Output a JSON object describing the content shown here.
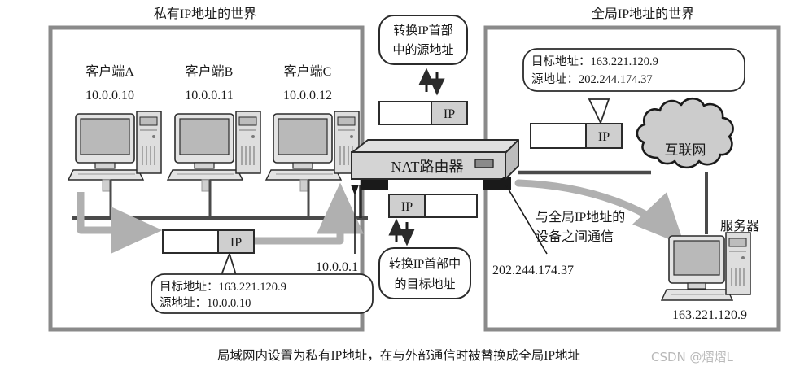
{
  "figure": {
    "left_panel_title": "私有IP地址的世界",
    "right_panel_title": "全局IP地址的世界",
    "caption": "局域网内设置为私有IP地址，在与外部通信时被替换成全局IP地址",
    "watermark": "CSDN @熠熠L"
  },
  "clients": [
    {
      "name": "客户端A",
      "ip": "10.0.0.10"
    },
    {
      "name": "客户端B",
      "ip": "10.0.0.11"
    },
    {
      "name": "客户端C",
      "ip": "10.0.0.12"
    }
  ],
  "router": {
    "label": "NAT路由器",
    "private_interface_ip": "10.0.0.1",
    "global_interface_ip": "202.244.174.37"
  },
  "callouts": {
    "top": {
      "line1": "转换IP首部",
      "line2": "中的源地址"
    },
    "bottom": {
      "line1": "转换IP首部中",
      "line2": "的目标地址"
    },
    "private_packet": {
      "line1": "目标地址：163.221.120.9",
      "line2": "源地址：10.0.0.10"
    },
    "global_packet": {
      "line1": "目标地址：163.221.120.9",
      "line2": "源地址：202.244.174.37"
    }
  },
  "annotations": {
    "global_comm": {
      "line1": "与全局IP地址的",
      "line2": "设备之间通信"
    }
  },
  "packets": {
    "header_label": "IP"
  },
  "internet": {
    "label": "互联网"
  },
  "server": {
    "label": "服务器",
    "ip": "163.221.120.9"
  },
  "colors": {
    "panel_border": "#8a8a8a",
    "line": "#4a4a4a",
    "flow_arrow": "#b0b0b0",
    "packet_header_fill": "#cfcfcf",
    "device_fill": "#d4d4d4",
    "cloud_fill": "#cccccc",
    "text": "#1a1a1a"
  }
}
